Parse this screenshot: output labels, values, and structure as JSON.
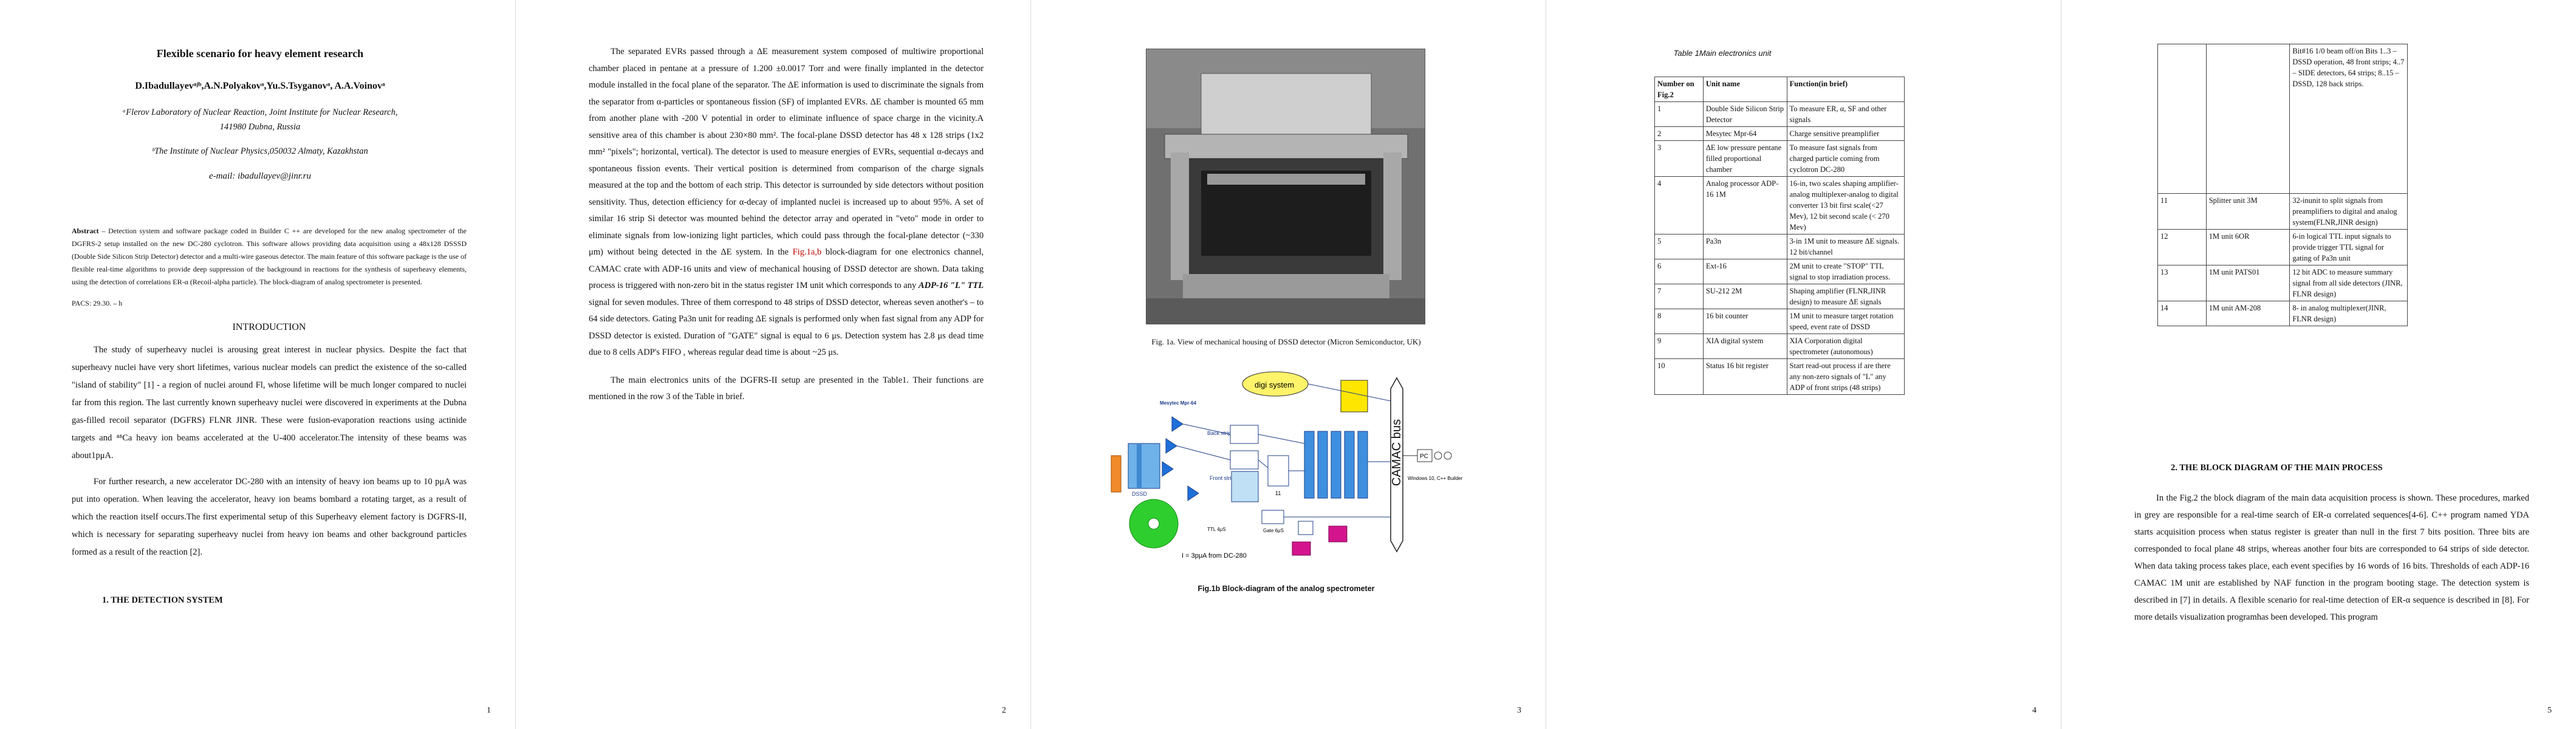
{
  "page_numbers": [
    "1",
    "2",
    "3",
    "4",
    "5"
  ],
  "p1": {
    "title": "Flexible scenario for heavy element research",
    "authors": "D.Ibadullayevᵃʲᵇ,A.N.Polyakovᵃ,Yu.S.Tsyganovᵃ, A.A.Voinovᵃ",
    "aff_a_line1": "ᵃFlerov Laboratory of Nuclear Reaction, Joint Institute for Nuclear Research,",
    "aff_a_line2": "141980 Dubna, Russia",
    "aff_b": "ᵇThe Institute of Nuclear Physics,050032 Almaty, Kazakhstan",
    "email": "e-mail: ibadullayev@jinr.ru",
    "abstract_label": "Abstract",
    "abstract_text": " – Detection system and software package coded in Builder C ++ are developed for the new analog spectrometer of the DGFRS-2 setup installed on the new DC-280 cyclotron. This software allows providing data acquisition using a 48x128 DSSSD (Double Side Silicon Strip Detector) detector and a multi-wire gaseous detector. The main feature of this software package is the use of flexible real-time algorithms to provide deep suppression of the background in reactions for the synthesis of superheavy elements, using the detection of correlations ER-α (Recoil-alpha particle). The block-diagram of analog spectrometer is presented.",
    "pacs": "PACS: 29.30. – h",
    "intro_heading": "INTRODUCTION",
    "intro_p1": "The study of superheavy nuclei is arousing great interest in nuclear physics. Despite the fact that superheavy nuclei have very short lifetimes, various nuclear models can predict the existence of the so-called \"island of stability\" [1] - a region of nuclei around Fl, whose lifetime will be much longer compared to nuclei far from this region. The last currently known superheavy nuclei were discovered in experiments at the Dubna gas-filled recoil separator (DGFRS) FLNR JINR. These were fusion-evaporation reactions using actinide targets and ⁴⁸Ca heavy ion beams accelerated at the U-400 accelerator.The intensity of these beams was about1pμA.",
    "intro_p2": "For further research, a new accelerator DC-280 with an intensity of heavy ion beams up to 10 pμA was put into operation. When leaving the accelerator, heavy ion beams bombard a rotating target, as a result of which the reaction itself occurs.The first experimental setup of this Superheavy element factory is DGFRS-II, which is necessary for separating superheavy nuclei from heavy ion beams and other background particles formed as a result of the reaction [2].",
    "section1": "1.   THE DETECTION SYSTEM"
  },
  "p2": {
    "para1_a": "The separated EVRs passed through a ΔE measurement system composed of multiwire proportional chamber placed in pentane at a pressure of 1.200 ±0.0017 Torr and were finally implanted in the detector module installed in the focal plane of the separator. The ΔE information is used to discriminate the signals from the separator from α-particles or spontaneous fission (SF) of implanted EVRs. ΔE chamber is mounted 65 mm from another plane with -200 V potential in order to eliminate influence of space charge in the vicinity.A sensitive area of this chamber is about 230×80 mm². The focal-plane DSSD detector has 48 x 128 strips (1x2 mm² \"pixels\"; horizontal, vertical). The detector is used to measure energies of EVRs, sequential α-decays and spontaneous fission events. Their vertical position is determined from comparison of the charge signals measured at the top and the bottom of each strip. This detector is surrounded by side detectors without position sensitivity. Thus, detection efficiency for α-decay of implanted nuclei is increased up to about 95%.  A set of similar 16 strip Si detector was mounted behind the detector array and operated in \"veto\" mode in order to eliminate signals from low-ionizing light particles, which could pass through the focal-plane detector (~330 μm) without being detected in the ΔE system. In the ",
    "fig_ref": "Fig.1a,b",
    "para1_b": " block-diagram for one electronics channel, CAMAC crate with ADP-16 units and view of mechanical housing of DSSD detector are shown. Data taking process is triggered with non-zero bit in the status register 1M unit which corresponds to any ",
    "adp": "ADP-16 \"L\" TTL",
    "para1_c": " signal for seven modules. Three of them correspond to 48 strips of DSSD detector, whereas seven another's – to 64 side detectors. Gating Pa3n unit for reading ΔE signals is performed only when fast signal from any ADP for DSSD detector is existed. Duration of \"GATE\" signal is equal to 6 μs. Detection system has 2.8 μs dead time due to 8 cells ADP's FIFO , whereas regular dead time is about ~25 μs.",
    "para2": "The main electronics units of the DGFRS-II setup are presented in the Table1. Their functions are mentioned in the row 3 of the Table in brief."
  },
  "p3": {
    "fig1a_caption": "Fig. 1a. View of mechanical housing of DSSD detector (Micron Semiconductor, UK)",
    "fig1b_caption": "Fig.1b Block-diagram of the analog spectrometer",
    "diag": {
      "camac": "CAMAC bus",
      "digi": "digi system",
      "mesytec": "Mesytec Mpr-64",
      "dssd": "DSSD",
      "back": "Back strips",
      "front": "Front strips",
      "pc": "PC",
      "beam": "I = 3pμA from DC-280",
      "windows": "Windows 10, C++ Builder",
      "ttl": "TTL 4μS",
      "gate": "Gate 6μS",
      "n11": "11"
    }
  },
  "p4": {
    "caption": "Table 1Main electronics unit",
    "headers": [
      "Number on Fig.2",
      "Unit name",
      "Function(in brief)"
    ],
    "rows": [
      [
        "1",
        "Double Side Silicon Strip Detector",
        "To measure ER, α, SF and other signals"
      ],
      [
        "2",
        "Mesytec Mpr-64",
        "Charge sensitive preamplifier"
      ],
      [
        "3",
        "ΔE low pressure pentane filled proportional chamber",
        "To measure fast signals from charged particle coming from cyclotron DC-280"
      ],
      [
        "4",
        "Analog processor ADP-16 1M",
        "16-in, two scales shaping amplifier-analog multiplexer-analog to digital converter 13 bit first scale(<27 Mev), 12 bit second scale (< 270 Mev)"
      ],
      [
        "5",
        "Pa3n",
        "3-in 1M unit to measure ΔE signals. 12 bit/channel"
      ],
      [
        "6",
        "Ext-16",
        "2M unit to create \"STOP\" TTL signal to stop irradiation process."
      ],
      [
        "7",
        "SU-212 2M",
        "Shaping amplifier (FLNR,JINR design) to measure  ΔE signals"
      ],
      [
        "8",
        "16 bit counter",
        "1M unit to measure target rotation speed, event rate of DSSD"
      ],
      [
        "9",
        "XIA digital system",
        "XIA Corporation digital spectrometer (autonomous)"
      ],
      [
        "10",
        "Status 16 bit register",
        "Start read-out process if are there any non-zero signals of \"L\" any ADP of front strips (48 strips)"
      ]
    ]
  },
  "p5": {
    "rows": [
      [
        "",
        "",
        "Bit#16  1/0 beam off/on Bits 1..3 – DSSD operation, 48 front strips; 4..7 – SIDE detectors, 64 strips; 8..15 – DSSD, 128 back strips."
      ],
      [
        "11",
        "Splitter unit 3M",
        "32-inunit to split signals from preamplifiers to digital and analog system(FLNR,JINR design)"
      ],
      [
        "12",
        "1M unit 6OR",
        "6-in logical TTL input signals to provide trigger TTL signal for gating of Pa3n unit"
      ],
      [
        "13",
        "1M unit PATS01",
        "12 bit ADC to measure summary signal from all side detectors (JINR, FLNR design)"
      ],
      [
        "14",
        "1M unit AM-208",
        "8- in analog multiplexer(JINR, FLNR design)"
      ]
    ],
    "section2": "2.   THE BLOCK DIAGRAM OF THE MAIN PROCESS",
    "para": "In the Fig.2 the block diagram of the main data acquisition process is shown. These procedures, marked in grey are responsible for a real-time search of ER-α correlated sequences[4-6]. C++ program named YDA starts acquisition process when status register is greater than null in the first 7 bits position. Three bits are corresponded to focal plane 48 strips, whereas another four bits are corresponded to 64 strips of side detector. When data taking process takes place, each event specifies by 16 words of 16 bits. Thresholds of each ADP-16 CAMAC 1M unit are established by NAF function in the program booting stage. The detection system is described in [7] in details. A flexible scenario for real-time detection of ER-α sequence is described in [8]. For more details visualization programhas been developed. This program"
  }
}
